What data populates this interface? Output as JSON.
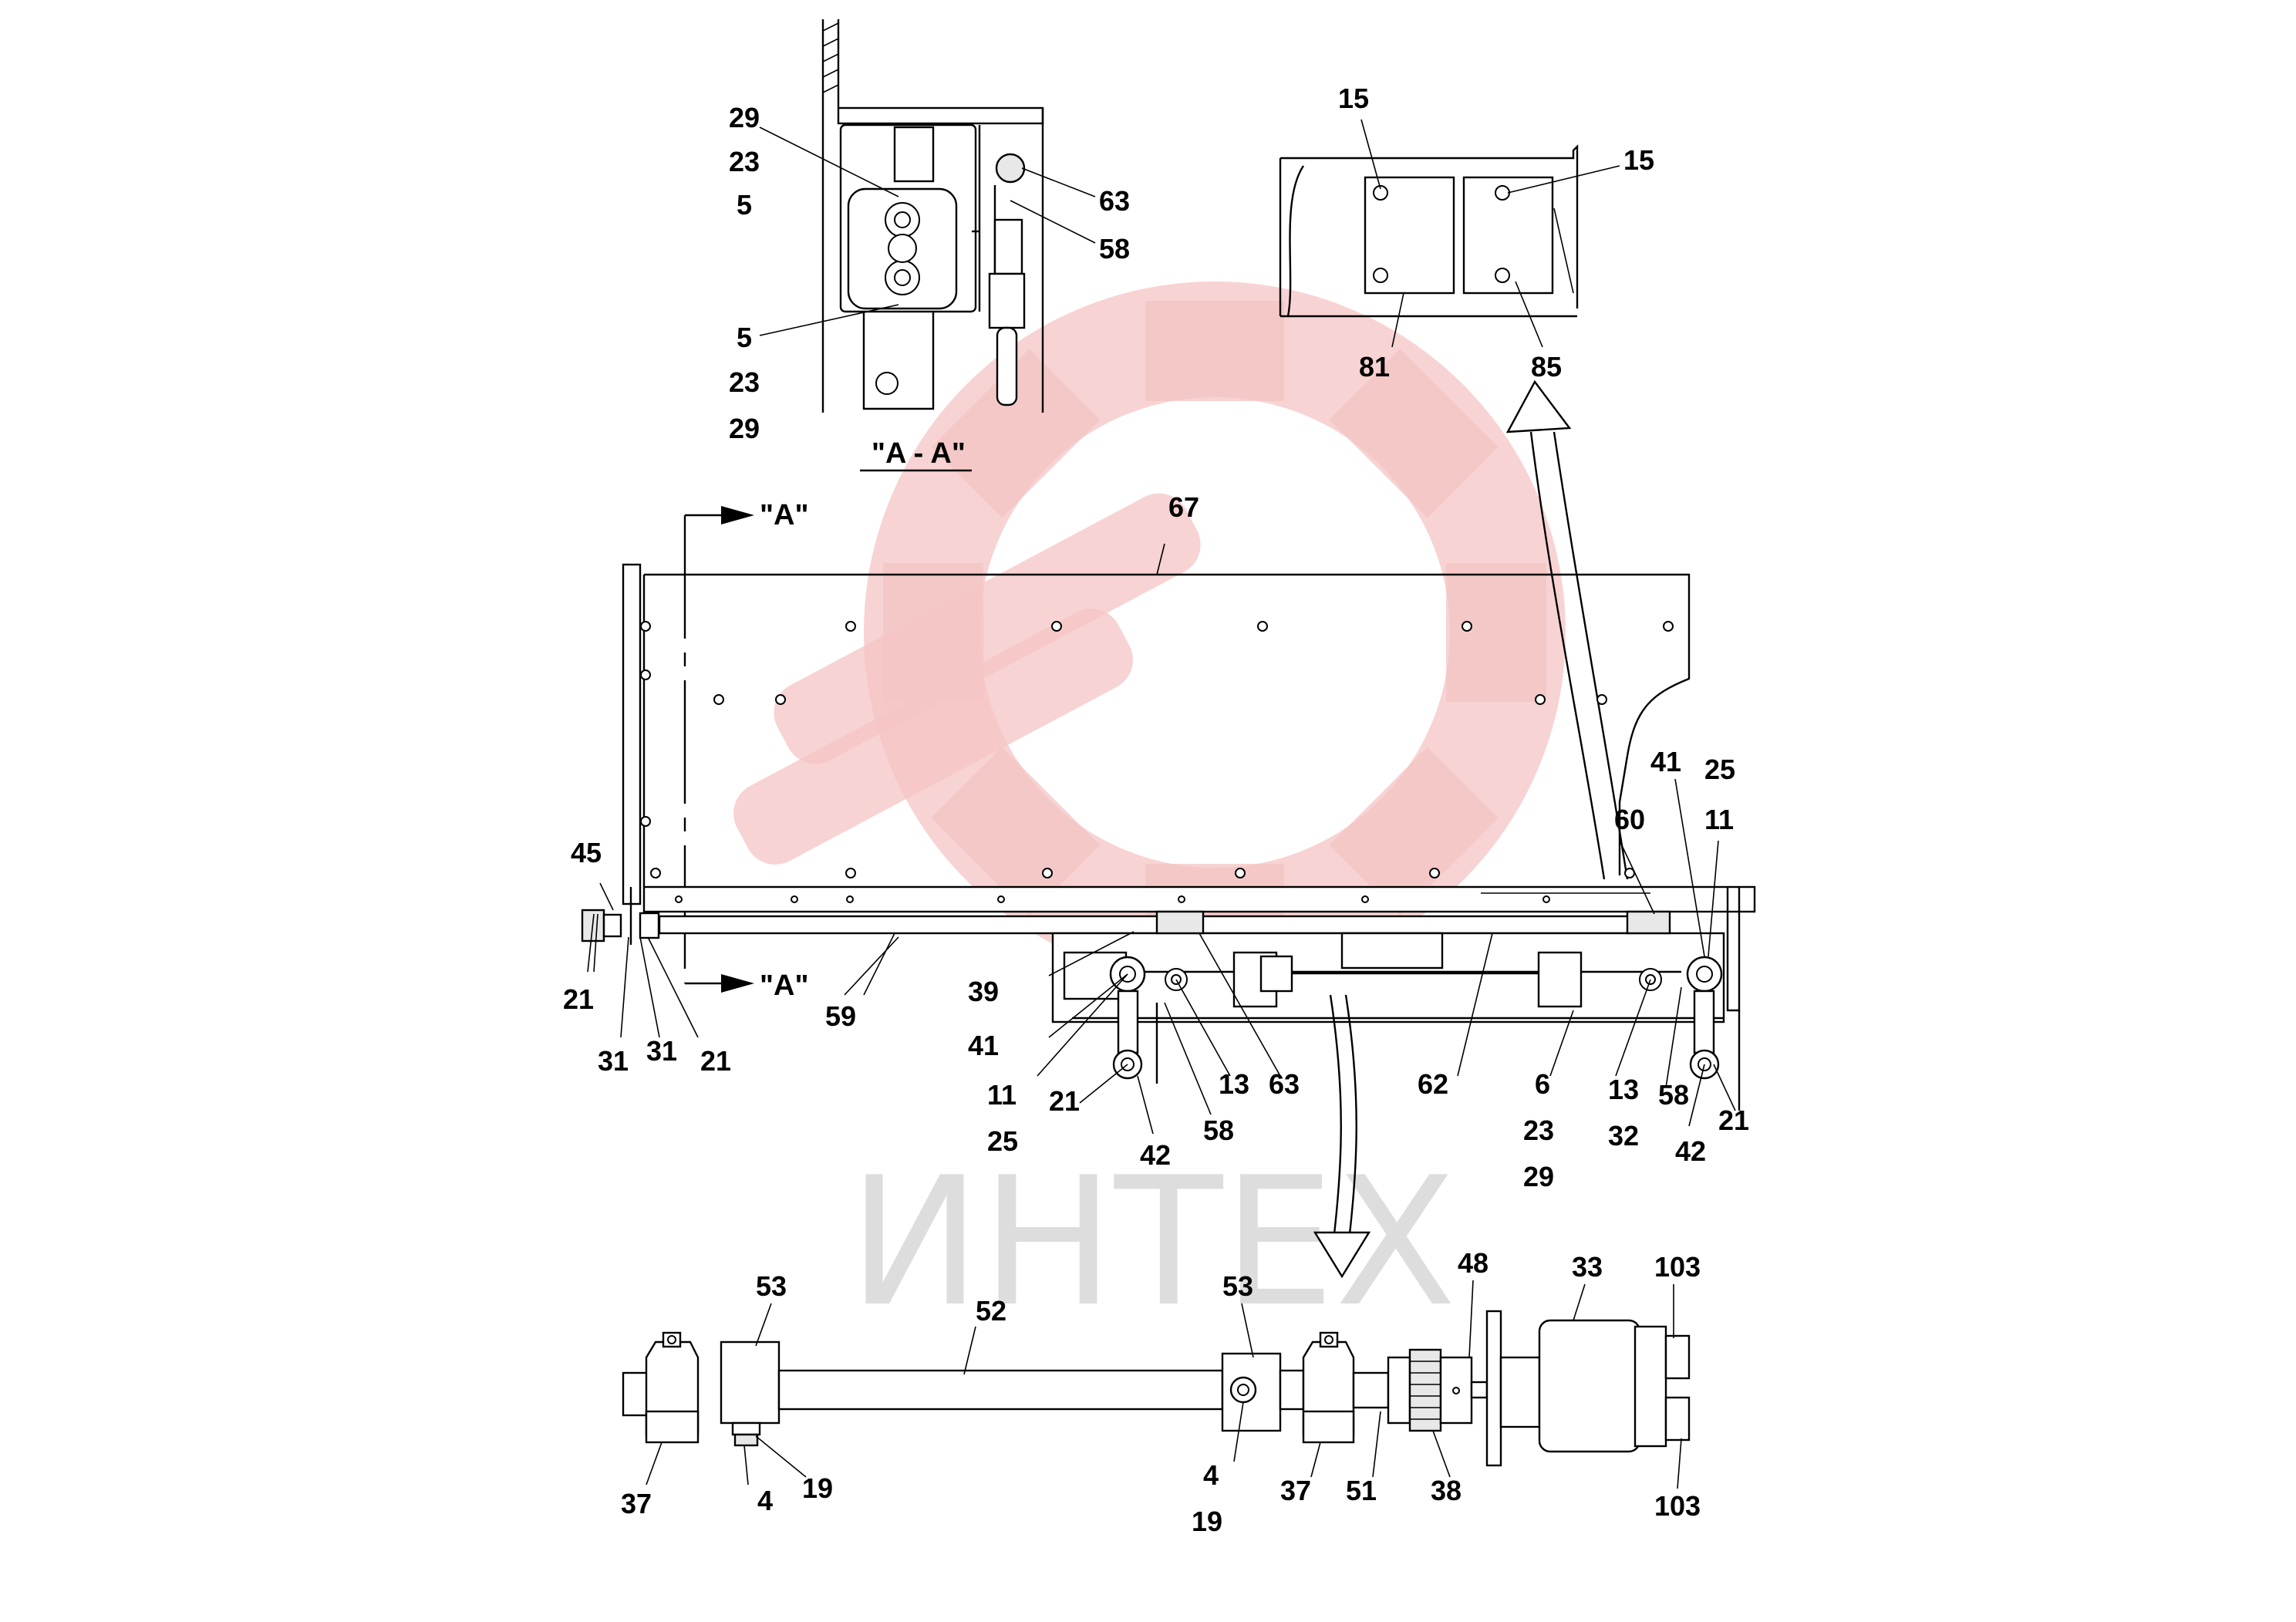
{
  "watermark": {
    "text": "ИНТЕХ",
    "color_logo": "#f5c4c4",
    "color_text": "#d8d8d8",
    "logo_icon": "gear-wrench-logo-icon"
  },
  "section_view": {
    "title": "\"A - A\"",
    "labels": {
      "l29a": "29",
      "l23a": "23",
      "l5a": "5",
      "l5b": "5",
      "l23b": "23",
      "l29b": "29",
      "l63": "63",
      "l58": "58"
    }
  },
  "detail_view": {
    "labels": {
      "l15a": "15",
      "l15b": "15",
      "l81": "81",
      "l85": "85"
    }
  },
  "main_view": {
    "section_marks": {
      "top": "\"A\"",
      "bottom": "\"A\""
    },
    "labels": {
      "l67": "67",
      "l45": "45",
      "l21a": "21",
      "l31a": "31",
      "l31b": "31",
      "l21b": "21",
      "l59": "59",
      "l39": "39",
      "l41a": "41",
      "l11a": "11",
      "l25a": "25",
      "l21c": "21",
      "l42a": "42",
      "l58a": "58",
      "l13a": "13",
      "l63a": "63",
      "l62": "62",
      "l6": "6",
      "l23": "23",
      "l29": "29",
      "l13b": "13",
      "l32": "32",
      "l58b": "58",
      "l42b": "42",
      "l21d": "21",
      "l60": "60",
      "l41b": "41",
      "l25b": "25",
      "l11b": "11"
    }
  },
  "shaft_view": {
    "labels": {
      "l53a": "53",
      "l52": "52",
      "l53b": "53",
      "l48": "48",
      "l33": "33",
      "l103a": "103",
      "l103b": "103",
      "l37a": "37",
      "l4a": "4",
      "l19a": "19",
      "l4b": "4",
      "l19b": "19",
      "l37b": "37",
      "l51": "51",
      "l38": "38"
    }
  }
}
